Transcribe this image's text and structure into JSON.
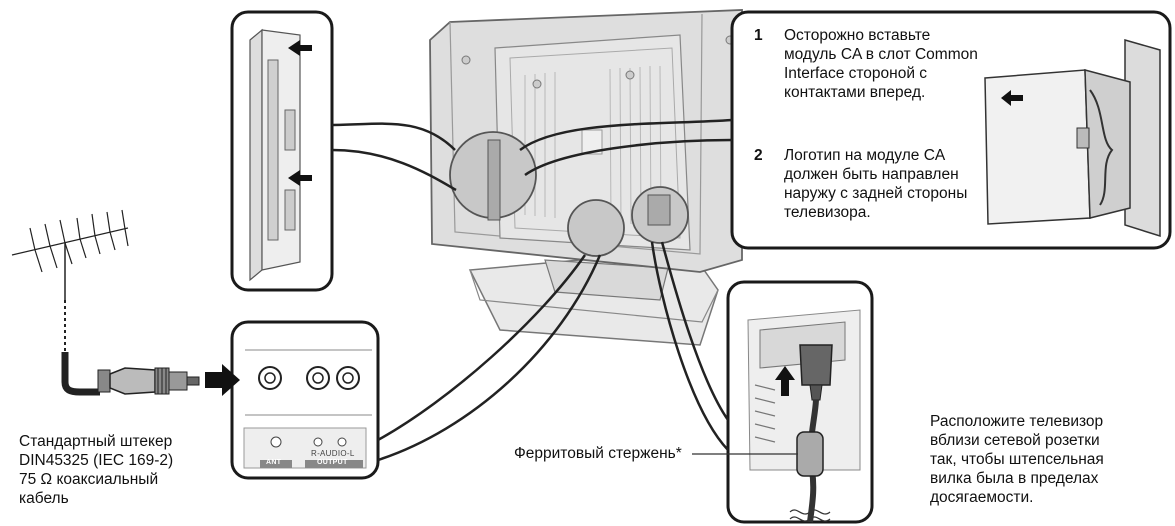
{
  "instructions": [
    {
      "num": "1",
      "text": "Осторожно вставьте модуль CA в слот Common Interface стороной с контактами вперед."
    },
    {
      "num": "2",
      "text": "Логотип на модуле CA должен быть направлен наружу с задней стороны телевизора."
    }
  ],
  "cable_caption": {
    "line1": "Стандартный штекер",
    "line2": "DIN45325 (IEC 169-2)",
    "line3": "75 Ω коаксиальный",
    "line4": "кабель"
  },
  "ferrite_label": "Ферритовый стержень*",
  "power_caption": {
    "line1": "Расположите телевизор",
    "line2": "вблизи сетевой розетки",
    "line3": "так, чтобы штепсельная",
    "line4": "вилка была в пределах",
    "line5": "досягаемости."
  },
  "panel_labels": {
    "ant": "ANT",
    "audio": "R-AUDIO-L",
    "output": "OUTPUT"
  }
}
